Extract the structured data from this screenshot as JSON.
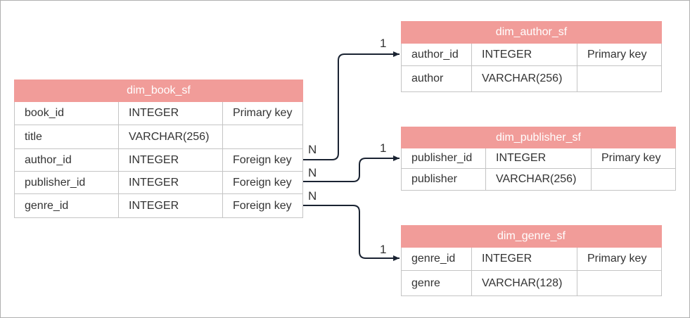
{
  "entities": {
    "book": {
      "name": "dim_book_sf",
      "rows": [
        {
          "column": "book_id",
          "type": "INTEGER",
          "key": "Primary key"
        },
        {
          "column": "title",
          "type": "VARCHAR(256)",
          "key": ""
        },
        {
          "column": "author_id",
          "type": "INTEGER",
          "key": "Foreign key"
        },
        {
          "column": "publisher_id",
          "type": "INTEGER",
          "key": "Foreign key"
        },
        {
          "column": "genre_id",
          "type": "INTEGER",
          "key": "Foreign key"
        }
      ]
    },
    "author": {
      "name": "dim_author_sf",
      "rows": [
        {
          "column": "author_id",
          "type": "INTEGER",
          "key": "Primary key"
        },
        {
          "column": "author",
          "type": "VARCHAR(256)",
          "key": ""
        }
      ]
    },
    "publisher": {
      "name": "dim_publisher_sf",
      "rows": [
        {
          "column": "publisher_id",
          "type": "INTEGER",
          "key": "Primary key"
        },
        {
          "column": "publisher",
          "type": "VARCHAR(256)",
          "key": ""
        }
      ]
    },
    "genre": {
      "name": "dim_genre_sf",
      "rows": [
        {
          "column": "genre_id",
          "type": "INTEGER",
          "key": "Primary key"
        },
        {
          "column": "genre",
          "type": "VARCHAR(128)",
          "key": ""
        }
      ]
    }
  },
  "relations": [
    {
      "from": "author_id",
      "to": "dim_author_sf",
      "from_card": "N",
      "to_card": "1"
    },
    {
      "from": "publisher_id",
      "to": "dim_publisher_sf",
      "from_card": "N",
      "to_card": "1"
    },
    {
      "from": "genre_id",
      "to": "dim_genre_sf",
      "from_card": "N",
      "to_card": "1"
    }
  ],
  "colors": {
    "header_fill": "#f19c99",
    "header_text": "#ffffff",
    "line": "#1a2332",
    "border": "#c4c4c4"
  }
}
